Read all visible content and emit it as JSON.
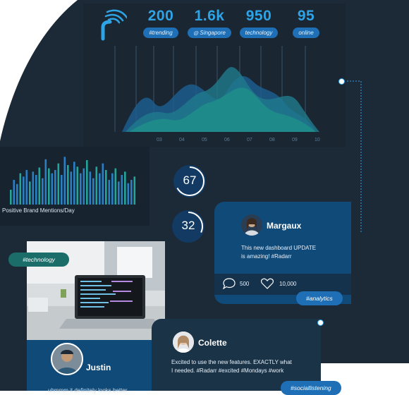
{
  "header": {
    "stats": [
      {
        "value": "200",
        "tag": "#trending"
      },
      {
        "value": "1.6k",
        "tag": "Singapore"
      },
      {
        "value": "950",
        "tag": "technology"
      },
      {
        "value": "95",
        "tag": "online"
      }
    ],
    "x_ticks": [
      "03",
      "04",
      "05",
      "06",
      "07",
      "08",
      "09",
      "10"
    ]
  },
  "mentions": {
    "label": "Positive Brand Mentions/Day",
    "bars": [
      18,
      30,
      25,
      38,
      34,
      42,
      28,
      40,
      36,
      45,
      32,
      55,
      44,
      38,
      42,
      50,
      36,
      58,
      48,
      40,
      52,
      46,
      38,
      44,
      54,
      40,
      32,
      46,
      38,
      50,
      42,
      30,
      38,
      44,
      28,
      36,
      40,
      26,
      30,
      34
    ]
  },
  "gauges": [
    {
      "value": "67",
      "fraction": 0.67
    },
    {
      "value": "32",
      "fraction": 0.32
    }
  ],
  "margaux": {
    "name": "Margaux",
    "text_line1": "This new dashboard UPDATE",
    "text_line2": "is amazing! #Radarr",
    "comments": "500",
    "likes": "10,000",
    "tag": "#analytics"
  },
  "photo_tag": "#technology",
  "justin": {
    "name": "Justin",
    "text": "uhmmm it definitely looks better"
  },
  "colette": {
    "name": "Colette",
    "text_line1": "Excited to use the new features. EXACTLY what",
    "text_line2": "I needed. #Radarr #excited #Mondays #work",
    "tag": "#sociallistening"
  },
  "colors": {
    "dark": "#1c2936",
    "accent": "#2ea3e6",
    "card_blue": "#0f4a78",
    "teal": "#1b6d6a"
  }
}
